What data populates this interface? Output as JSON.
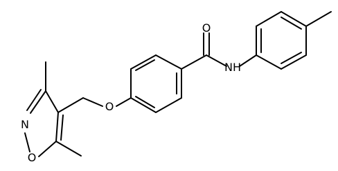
{
  "molecule": {
    "atoms": {
      "carbonyl_oxygen": "O",
      "amide_nitrogen": "NH",
      "ether_oxygen": "O",
      "ring_nitrogen": "N",
      "ring_oxygen": "O"
    },
    "colors": {
      "bond": "#000000",
      "label": "#000000",
      "background": "#ffffff"
    }
  }
}
